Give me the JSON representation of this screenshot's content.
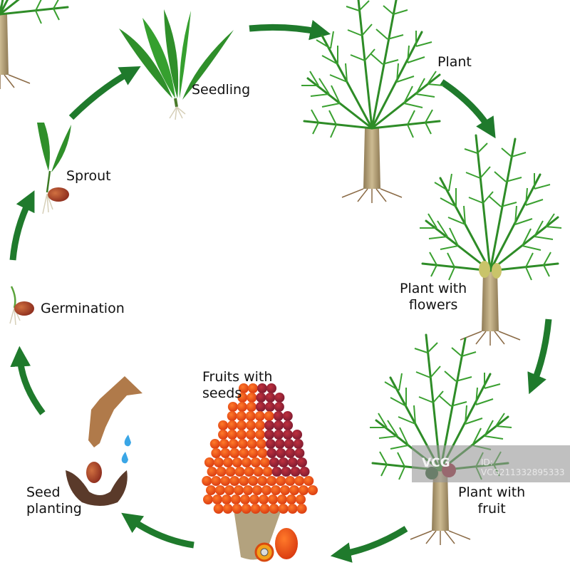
{
  "diagram": {
    "title": "Oil palm life cycle",
    "stages": [
      {
        "id": "seed-planting",
        "label": "Seed\nplanting"
      },
      {
        "id": "germination",
        "label": "Germination"
      },
      {
        "id": "sprout",
        "label": "Sprout"
      },
      {
        "id": "seedling",
        "label": "Seedling"
      },
      {
        "id": "plant",
        "label": "Plant"
      },
      {
        "id": "plant-with-flowers",
        "label": "Plant with\nflowers"
      },
      {
        "id": "plant-with-fruit",
        "label": "Plant with\nfruit"
      },
      {
        "id": "fruits-with-seeds",
        "label": "Fruits with\nseeds"
      }
    ],
    "arrow_color": "#1f7a2c"
  },
  "colors": {
    "leaf": "#2f8f2a",
    "leaf_dark": "#1e6b1c",
    "trunk": "#b8a27a",
    "seed": "#9a3a22",
    "fruit": "#e8501a",
    "fruit_dark": "#9b2436",
    "soil": "#5a3a2a",
    "water": "#3aa6e6",
    "hand": "#b07a4a"
  },
  "watermark": {
    "logo": "VCG",
    "id_text": "ID: VCG211332895333"
  }
}
